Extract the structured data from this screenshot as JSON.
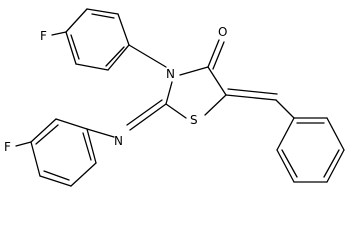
{
  "molecule": {
    "atoms": {
      "fluorine_top": "F",
      "nitrogen_ring": "N",
      "oxygen_carbonyl": "O",
      "sulfur_ring": "S",
      "nitrogen_imine": "N",
      "fluorine_bottom": "F"
    }
  }
}
